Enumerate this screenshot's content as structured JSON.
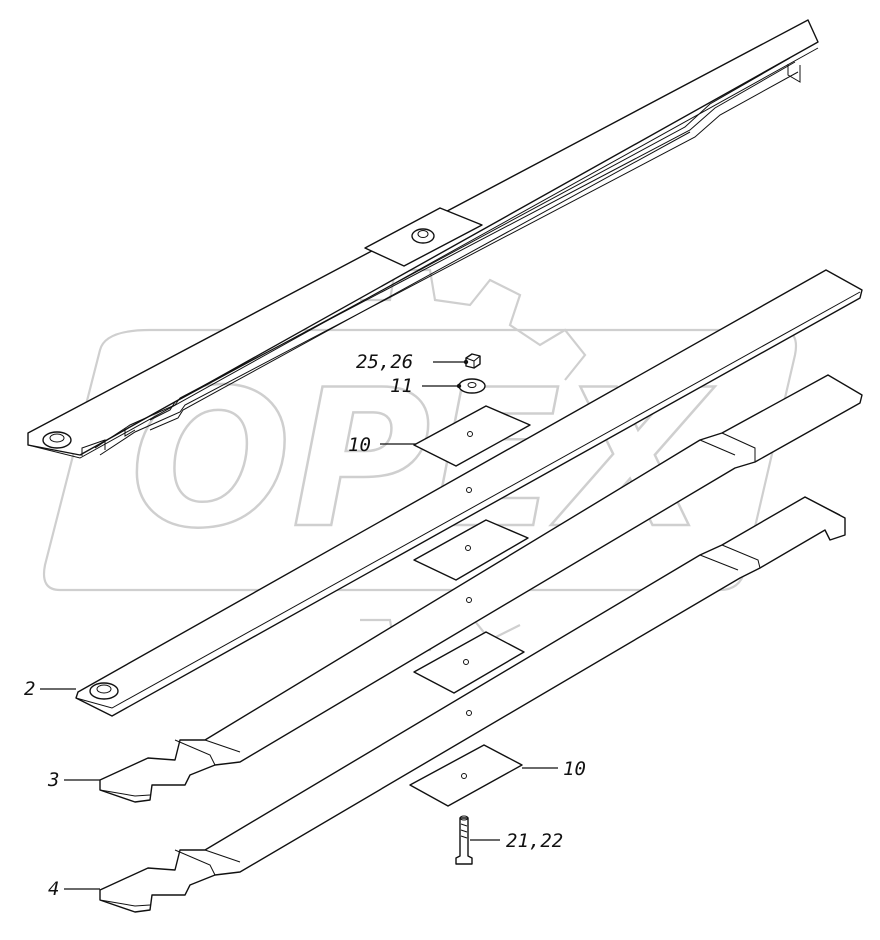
{
  "watermark": {
    "text": "OPEX",
    "color": "#cfcfcf"
  },
  "callouts": [
    {
      "id": "c-25-26",
      "text": "25,26"
    },
    {
      "id": "c-11",
      "text": "11"
    },
    {
      "id": "c-10-top",
      "text": "10"
    },
    {
      "id": "c-2",
      "text": "2"
    },
    {
      "id": "c-3",
      "text": "3"
    },
    {
      "id": "c-4",
      "text": "4"
    },
    {
      "id": "c-10-bottom",
      "text": "10"
    },
    {
      "id": "c-21-22",
      "text": "21,22"
    }
  ],
  "parts": [
    {
      "name": "leaf-spring-assembly",
      "kind": "assembled spring pack"
    },
    {
      "name": "main-leaf-2",
      "callout": "2"
    },
    {
      "name": "leaf-3",
      "callout": "3"
    },
    {
      "name": "leaf-4",
      "callout": "4"
    },
    {
      "name": "nut-25-26",
      "callout": "25,26"
    },
    {
      "name": "washer-11",
      "callout": "11"
    },
    {
      "name": "pad-10",
      "callout": "10",
      "count": 4
    },
    {
      "name": "center-bolt-21-22",
      "callout": "21,22"
    }
  ]
}
